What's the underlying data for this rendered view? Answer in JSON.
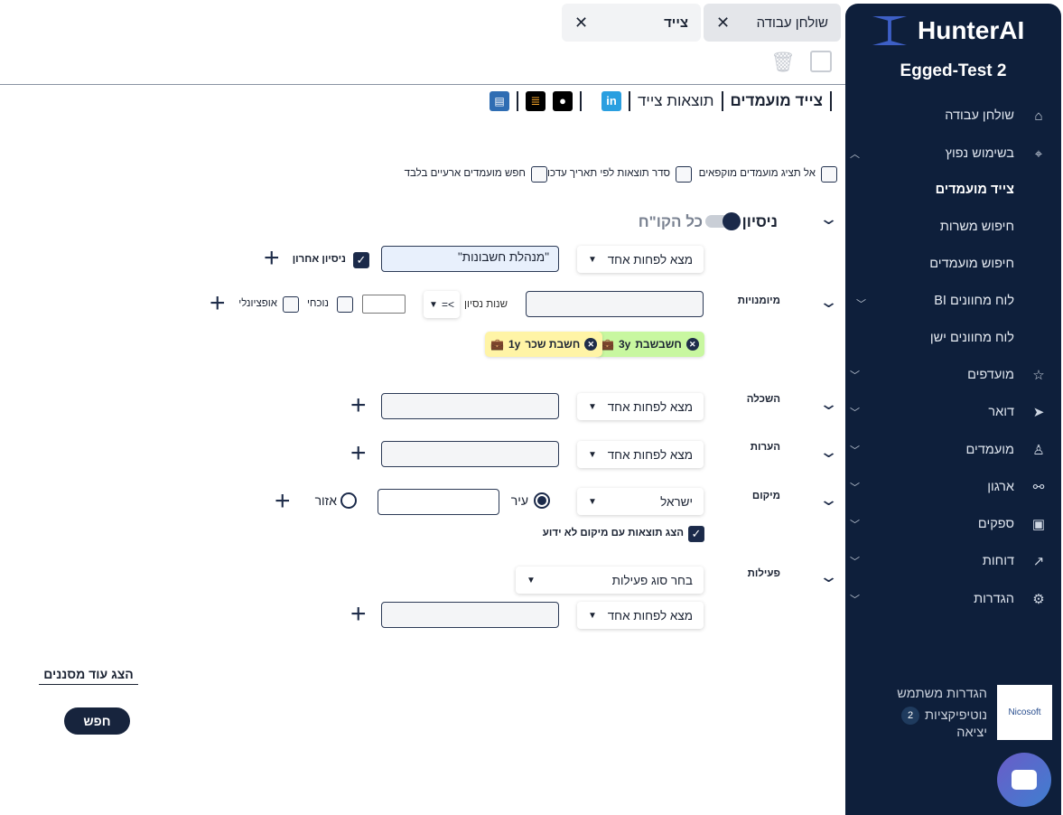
{
  "tabs": [
    {
      "label": "שולחן עבודה"
    },
    {
      "label": "צייד"
    }
  ],
  "toolbar": {
    "trash": "trash-icon",
    "save": "save-icon"
  },
  "subnav": {
    "active": "צייד מועמדים",
    "results": "תוצאות צייד"
  },
  "options": {
    "hide_frozen": "אל תציג מועמדים מוקפאים",
    "sort_by_update": "סדר תוצאות לפי תאריך עדכון",
    "temp_only": "חפש מועמדים ארעיים בלבד"
  },
  "experience": {
    "title": "ניסיון",
    "toggle_label": "כל הקו\"ח",
    "match": "מצא לפחות אחד",
    "value": "\"מנהלת חשבונות\"",
    "last_exp": "ניסיון אחרון"
  },
  "skills": {
    "title": "מיומנויות",
    "years_label": "שנות נסיון",
    "operator": ">=",
    "current": "נוכחי",
    "optional": "אופציונלי",
    "chips": [
      {
        "title": "חשבשבת",
        "years": "3y",
        "color": "#c8f7a0"
      },
      {
        "title": "חשבת שכר",
        "years": "1y",
        "color": "#fff4a6"
      }
    ]
  },
  "education": {
    "title": "השכלה",
    "match": "מצא לפחות אחד"
  },
  "notes": {
    "title": "הערות",
    "match": "מצא לפחות אחד"
  },
  "location": {
    "title": "מיקום",
    "country": "ישראל",
    "city": "עיר",
    "area": "אזור",
    "unknown": "הצג תוצאות עם מיקום לא ידוע"
  },
  "activities": {
    "title": "פעילות",
    "type_placeholder": "בחר סוג פעילות",
    "match": "מצא לפחות אחד"
  },
  "more_filters": "הצג עוד מסננים",
  "search_button": "חפש",
  "sidebar": {
    "brand": "HunterAI",
    "env": "Egged-Test 2",
    "items": [
      {
        "label": "שולחן עבודה",
        "icon": "⌂"
      },
      {
        "label": "בשימוש נפוץ",
        "icon": "⌖"
      },
      {
        "label": "צייד מועמדים"
      },
      {
        "label": "חיפוש משרות"
      },
      {
        "label": "חיפוש מועמדים"
      },
      {
        "label": "לוח מחוונים BI"
      },
      {
        "label": "לוח מחוונים ישן"
      },
      {
        "label": "מועדפים",
        "icon": "☆"
      },
      {
        "label": "דואר",
        "icon": "➤"
      },
      {
        "label": "מועמדים",
        "icon": "♙"
      },
      {
        "label": "ארגון",
        "icon": "⚯"
      },
      {
        "label": "ספקים",
        "icon": "▣"
      },
      {
        "label": "דוחות",
        "icon": "↗"
      },
      {
        "label": "הגדרות",
        "icon": "⚙"
      }
    ],
    "user_settings": "הגדרות משתמש",
    "notifications": "נוטיפיקציות",
    "notif_count": "2",
    "logout": "יציאה",
    "logo_text": "Nicosoft"
  }
}
